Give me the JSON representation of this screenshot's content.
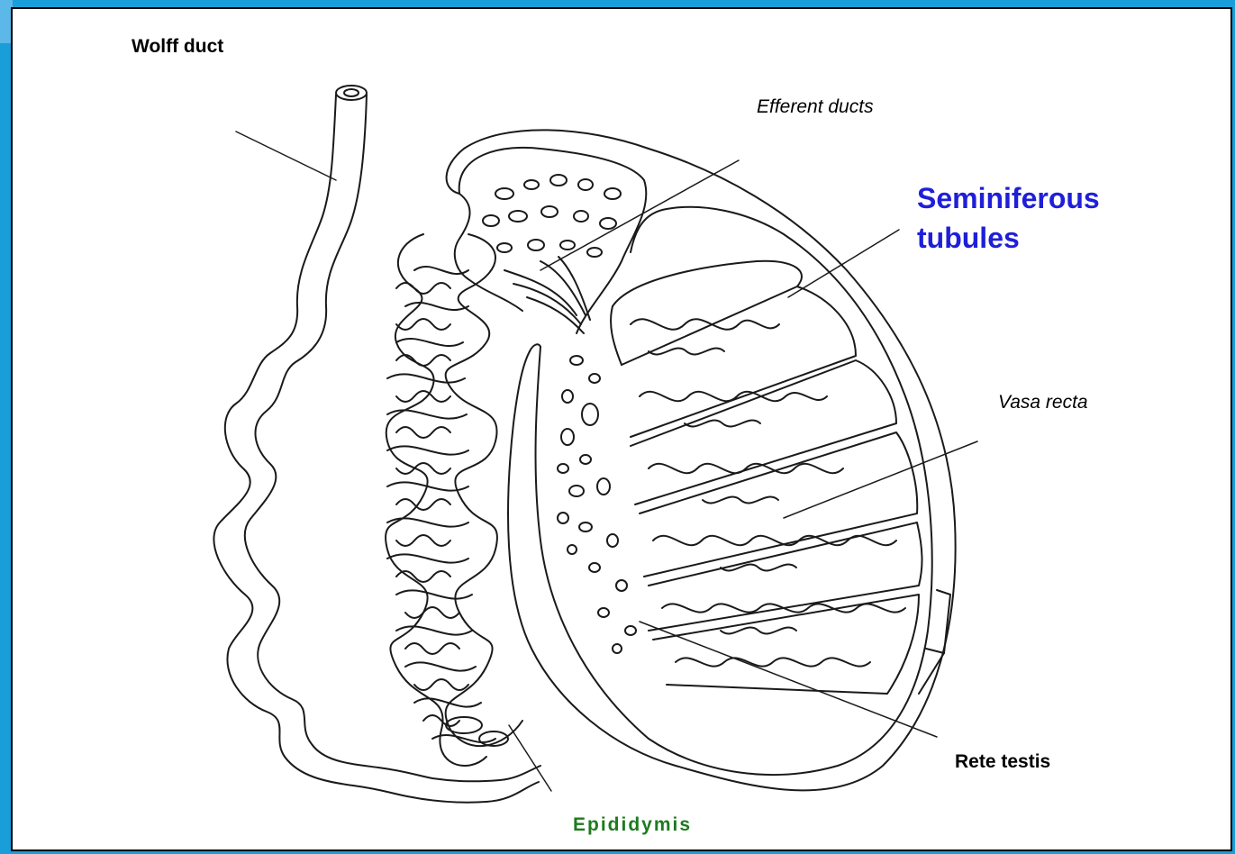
{
  "colors": {
    "frame": "#1a9ed9",
    "seminiferous_label": "#1f1fd9",
    "epididymis_label": "#1e7a1e",
    "line_art": "#1a1a1a"
  },
  "labels": {
    "wolff_duct": "Wolff duct",
    "efferent_ducts": "Efferent ducts",
    "seminiferous_line1": "Seminiferous",
    "seminiferous_line2": "tubules",
    "vasa_recta": "Vasa recta",
    "rete_testis": "Rete testis",
    "epididymis": "Epididymis"
  }
}
